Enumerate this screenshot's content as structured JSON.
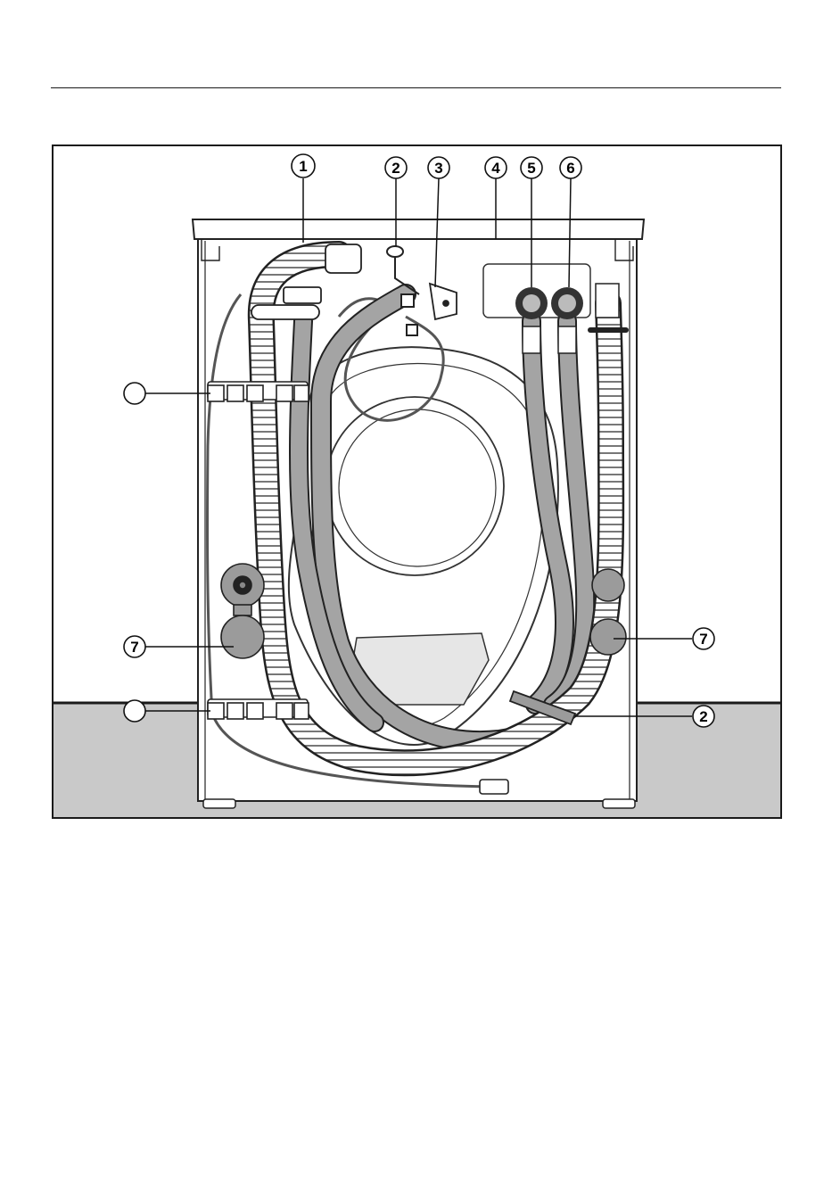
{
  "figure": {
    "callouts": {
      "c1": "1",
      "c2_top": "2",
      "c3": "3",
      "c4": "4",
      "c5": "5",
      "c6": "6",
      "c7_left": "7",
      "c7_right": "7",
      "c2_bottom": "2",
      "left_upper": "",
      "left_lower": ""
    }
  },
  "colors": {
    "frame": "#1a1a1a",
    "floor": "#c9c9c9",
    "hose_grey": "#a9a9a9",
    "hose_fill": "#9b9b9b",
    "outline": "#222222"
  }
}
